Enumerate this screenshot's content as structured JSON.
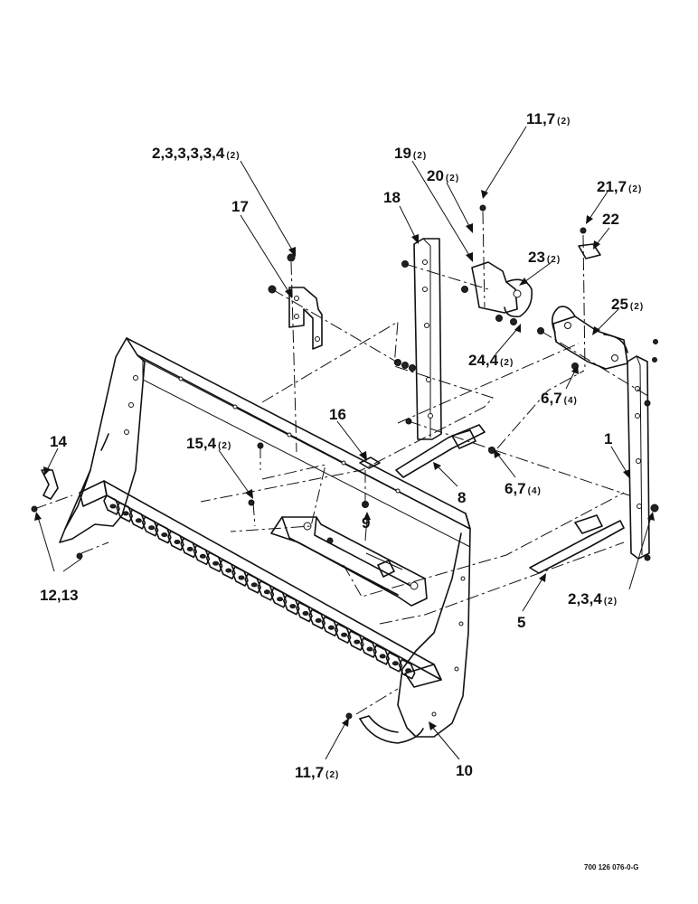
{
  "callouts": [
    {
      "id": "c1",
      "num": "11,7",
      "qty": "(2)"
    },
    {
      "id": "c2",
      "num": "2,3,3,3,3,4",
      "qty": "(2)"
    },
    {
      "id": "c3",
      "num": "19",
      "qty": "(2)"
    },
    {
      "id": "c4",
      "num": "20",
      "qty": "(2)"
    },
    {
      "id": "c5",
      "num": "21,7",
      "qty": "(2)"
    },
    {
      "id": "c6",
      "num": "18",
      "qty": ""
    },
    {
      "id": "c7",
      "num": "22",
      "qty": ""
    },
    {
      "id": "c8",
      "num": "17",
      "qty": ""
    },
    {
      "id": "c9",
      "num": "23",
      "qty": "(2)"
    },
    {
      "id": "c10",
      "num": "25",
      "qty": "(2)"
    },
    {
      "id": "c11",
      "num": "24,4",
      "qty": "(2)"
    },
    {
      "id": "c12",
      "num": "6,7",
      "qty": "(4)"
    },
    {
      "id": "c13",
      "num": "16",
      "qty": ""
    },
    {
      "id": "c14",
      "num": "14",
      "qty": ""
    },
    {
      "id": "c15",
      "num": "15,4",
      "qty": "(2)"
    },
    {
      "id": "c16",
      "num": "1",
      "qty": ""
    },
    {
      "id": "c17",
      "num": "6,7",
      "qty": "(4)"
    },
    {
      "id": "c18",
      "num": "8",
      "qty": ""
    },
    {
      "id": "c19",
      "num": "9",
      "qty": ""
    },
    {
      "id": "c20",
      "num": "12,13",
      "qty": ""
    },
    {
      "id": "c21",
      "num": "2,3,4",
      "qty": "(2)"
    },
    {
      "id": "c22",
      "num": "5",
      "qty": ""
    },
    {
      "id": "c23",
      "num": "11,7",
      "qty": "(2)"
    },
    {
      "id": "c24",
      "num": "10",
      "qty": ""
    }
  ],
  "drawing_code": "700 126 076-0-G"
}
